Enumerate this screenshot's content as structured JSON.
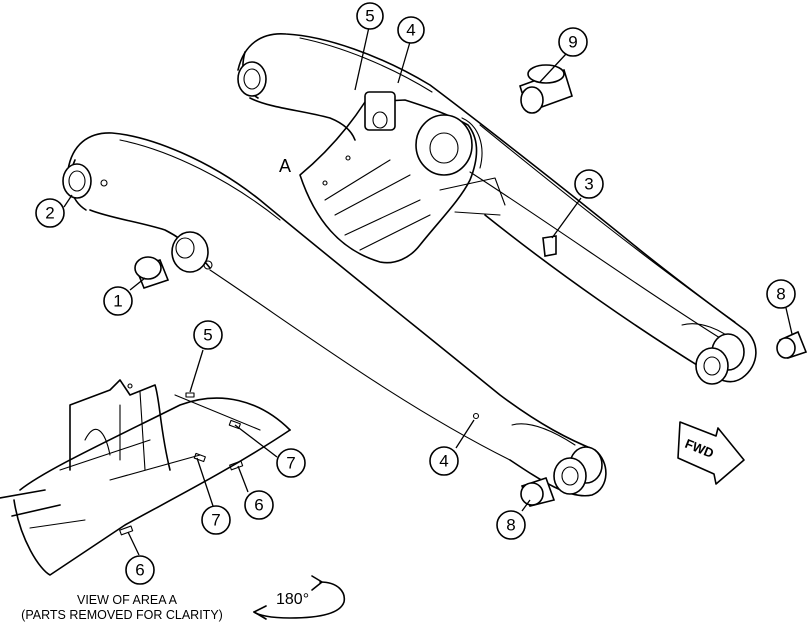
{
  "area_label": "A",
  "callouts": [
    {
      "id": "c5-top",
      "label": "5"
    },
    {
      "id": "c4-top",
      "label": "4"
    },
    {
      "id": "c9",
      "label": "9"
    },
    {
      "id": "c2",
      "label": "2"
    },
    {
      "id": "c3",
      "label": "3"
    },
    {
      "id": "c1",
      "label": "1"
    },
    {
      "id": "c8-right",
      "label": "8"
    },
    {
      "id": "c5-detail",
      "label": "5"
    },
    {
      "id": "c7-right",
      "label": "7"
    },
    {
      "id": "c4-bottom",
      "label": "4"
    },
    {
      "id": "c6-right",
      "label": "6"
    },
    {
      "id": "c7-bottom",
      "label": "7"
    },
    {
      "id": "c8-bottom",
      "label": "8"
    },
    {
      "id": "c6-bottom",
      "label": "6"
    }
  ],
  "caption": {
    "line1": "VIEW OF AREA A",
    "line2": "(PARTS REMOVED FOR CLARITY)"
  },
  "rotation_label": "180°",
  "direction_label": "FWD",
  "icons": {
    "direction": "forward-arrow-icon",
    "rotation": "rotate-arrow-icon"
  }
}
